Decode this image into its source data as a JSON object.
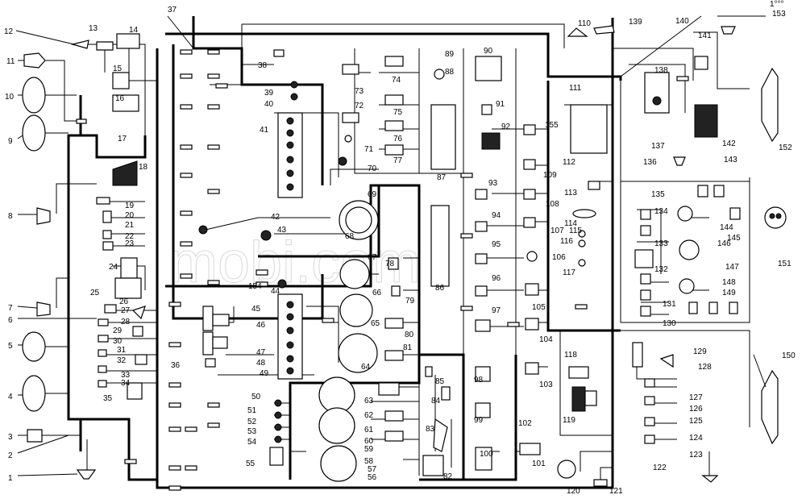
{
  "labels": [
    "1",
    "2",
    "3",
    "4",
    "5",
    "6",
    "7",
    "8",
    "9",
    "10",
    "11",
    "12",
    "13",
    "14",
    "15",
    "16",
    "17",
    "18",
    "19",
    "20",
    "21",
    "22",
    "23",
    "24",
    "25",
    "26",
    "27",
    "28",
    "29",
    "30",
    "31",
    "32",
    "33",
    "34",
    "35",
    "36",
    "37",
    "38",
    "39",
    "40",
    "41",
    "42",
    "43",
    "44",
    "45",
    "46",
    "47",
    "48",
    "49",
    "50",
    "51",
    "52",
    "53",
    "54",
    "55",
    "56",
    "57",
    "58",
    "59",
    "60",
    "61",
    "62",
    "63",
    "64",
    "65",
    "66",
    "67",
    "68",
    "69",
    "70",
    "71",
    "72",
    "73",
    "74",
    "75",
    "76",
    "77",
    "78",
    "79",
    "80",
    "81",
    "82",
    "83",
    "84",
    "85",
    "86",
    "87",
    "88",
    "89",
    "90",
    "91",
    "92",
    "93",
    "94",
    "95",
    "96",
    "97",
    "98",
    "99",
    "100",
    "101",
    "102",
    "103",
    "104",
    "105",
    "106",
    "107",
    "108",
    "109",
    "110",
    "111",
    "112",
    "113",
    "114",
    "115",
    "116",
    "117",
    "118",
    "119",
    "120",
    "121",
    "122",
    "123",
    "124",
    "125",
    "126",
    "127",
    "128",
    "129",
    "130",
    "131",
    "132",
    "133",
    "134",
    "135",
    "136",
    "137",
    "138",
    "139",
    "140",
    "141",
    "142",
    "143",
    "144",
    "145",
    "146",
    "147",
    "148",
    "149",
    "150",
    "151",
    "152",
    "153",
    "154",
    "155"
  ],
  "corner_mark": "1°°°",
  "watermark": "mobi.com"
}
